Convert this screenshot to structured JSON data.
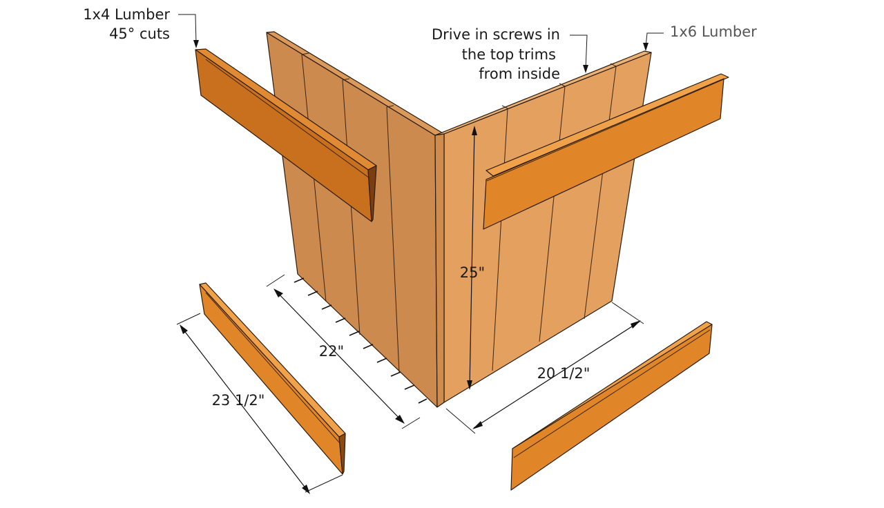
{
  "labels": {
    "lumber_1x4": "1x4 Lumber",
    "cuts_45": "45° cuts",
    "screws_line1": "Drive in screws in",
    "screws_line2": "the top trims",
    "screws_line3": "from inside",
    "lumber_1x6": "1x6 Lumber",
    "dim_height": "25\"",
    "dim_left_panel": "22\"",
    "dim_right_panel": "20 1/2\"",
    "dim_trim": "23 1/2\""
  },
  "colors": {
    "left_panel": "#cc8a4e",
    "left_panel_top": "#d99a5c",
    "right_panel": "#e3a05e",
    "right_panel_top": "#eab277",
    "trim_front": "#e08628",
    "trim_top": "#f0a24a",
    "trim_end": "#8a4a14",
    "left_trim_front": "#c9701f"
  }
}
